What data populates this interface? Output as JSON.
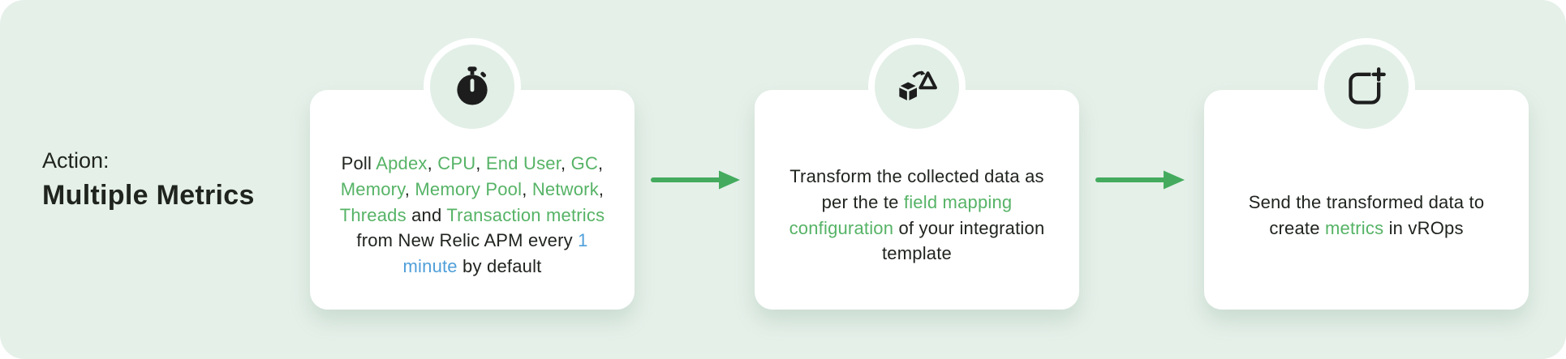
{
  "colors": {
    "bg": "#e5f0e9",
    "card": "#ffffff",
    "badge": "#e2efe7",
    "dark": "#20241f",
    "green": "#56b366",
    "blue": "#4f9fd9",
    "arrow": "#44ab5e"
  },
  "action": {
    "line1": "Action:",
    "line2": "Multiple Metrics"
  },
  "cards": [
    {
      "icon": "stopwatch-icon",
      "segments": [
        {
          "text": "Poll ",
          "style": "dark"
        },
        {
          "text": "Apdex",
          "style": "green"
        },
        {
          "text": ", ",
          "style": "dark"
        },
        {
          "text": "CPU",
          "style": "green"
        },
        {
          "text": ", ",
          "style": "dark"
        },
        {
          "text": "End User",
          "style": "green"
        },
        {
          "text": ", ",
          "style": "dark"
        },
        {
          "text": "GC",
          "style": "green"
        },
        {
          "text": ", ",
          "style": "dark"
        },
        {
          "text": "Memory",
          "style": "green"
        },
        {
          "text": ", ",
          "style": "dark"
        },
        {
          "text": "Memory Pool",
          "style": "green"
        },
        {
          "text": ", ",
          "style": "dark"
        },
        {
          "text": "Network",
          "style": "green"
        },
        {
          "text": ", ",
          "style": "dark"
        },
        {
          "text": "Threads",
          "style": "green"
        },
        {
          "text": " and ",
          "style": "dark"
        },
        {
          "text": "Transaction metrics",
          "style": "green"
        },
        {
          "text": " from New Relic APM every ",
          "style": "dark"
        },
        {
          "text": "1 minute",
          "style": "blue"
        },
        {
          "text": " by default",
          "style": "dark"
        }
      ]
    },
    {
      "icon": "transform-icon",
      "segments": [
        {
          "text": "Transform the collected data as per the te ",
          "style": "dark"
        },
        {
          "text": "field mapping configuration",
          "style": "green"
        },
        {
          "text": " of your integration template",
          "style": "dark"
        }
      ]
    },
    {
      "icon": "create-plus-icon",
      "segments": [
        {
          "text": "Send the transformed data to create ",
          "style": "dark"
        },
        {
          "text": "metrics",
          "style": "green"
        },
        {
          "text": " in vROps",
          "style": "dark"
        }
      ]
    }
  ]
}
